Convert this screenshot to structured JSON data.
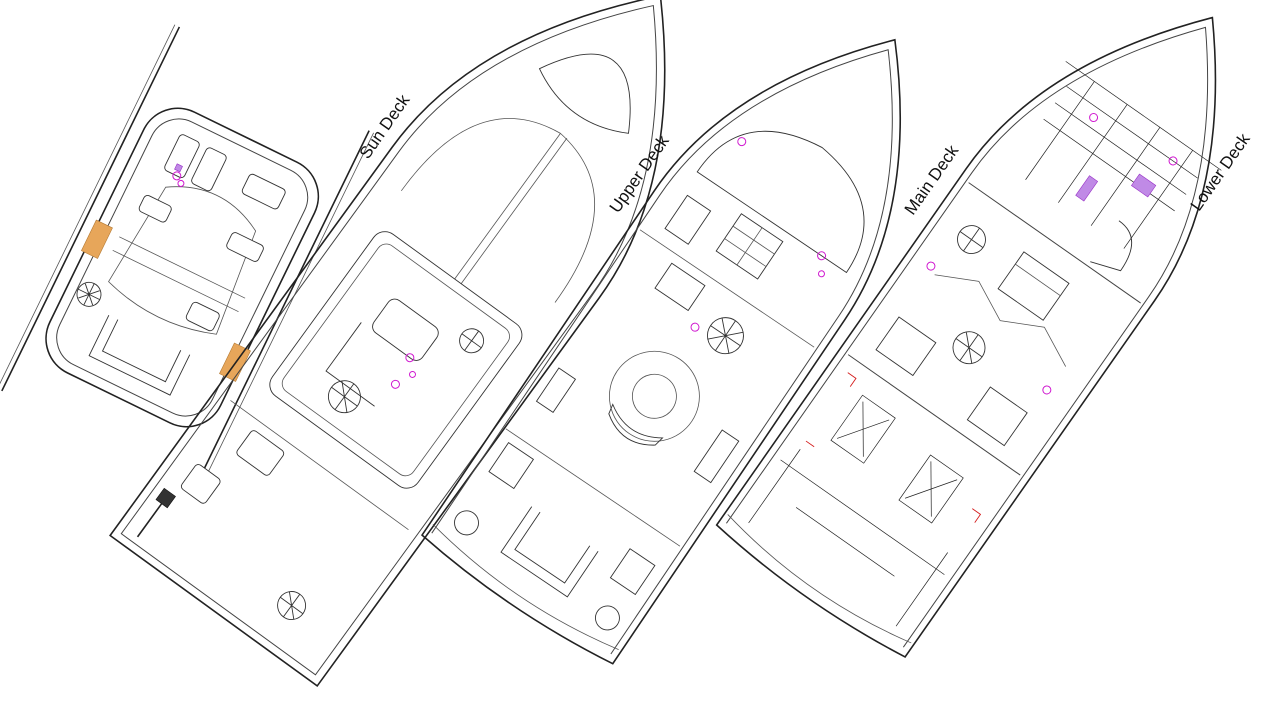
{
  "decks": [
    {
      "id": "sun",
      "label": "Sun Deck"
    },
    {
      "id": "upper",
      "label": "Upper Deck"
    },
    {
      "id": "main",
      "label": "Main Deck"
    },
    {
      "id": "lower",
      "label": "Lower Deck"
    }
  ],
  "colors": {
    "line": "#222222",
    "plumbing": "#d01ad0",
    "fixtures_fill": "#c08ae6",
    "teak_steps": "#e7a65a",
    "engine_room": "#d41c1c"
  }
}
